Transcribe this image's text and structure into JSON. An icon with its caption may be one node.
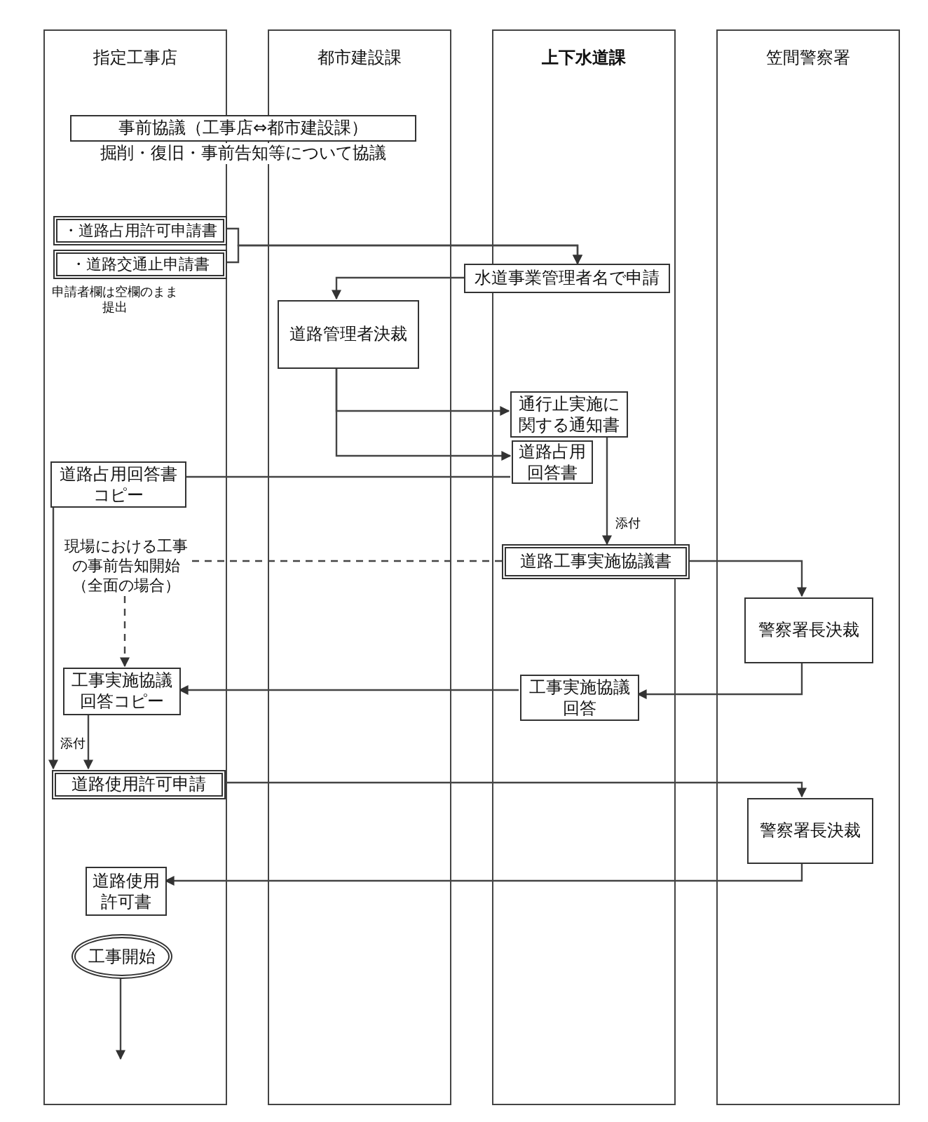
{
  "diagram": {
    "nodes": [
      {
        "text": [
          "指定工事店"
        ]
      },
      {
        "text": [
          "都市建設課"
        ]
      },
      {
        "text": [
          "上下水道課"
        ]
      },
      {
        "text": [
          "笠間警察署"
        ]
      },
      {
        "text": [
          "事前協議（工事店⇔都市建設課）"
        ],
        "beside": [
          "掘削・復旧・事前告知等について協議"
        ]
      },
      {
        "text": [
          "・道路占用許可申請書"
        ],
        "in": 0
      },
      {
        "text": [
          "・道路交通止申請書"
        ],
        "in": 0,
        "beside": [
          "申請者欄は空欄のまま提出"
        ]
      },
      {
        "text": [
          "水道事業管理者名で申請"
        ]
      },
      {
        "text": [
          "道路管理者決裁"
        ],
        "in": 1
      },
      {
        "text": [
          "通行止実施に関する通知書"
        ],
        "in": 2
      },
      {
        "text": [
          "道路占用回答書"
        ],
        "in": 2
      },
      {
        "text": [
          "道路占用回答書コピー"
        ],
        "in": 0
      },
      {
        "text": [
          "現場における工事の事前告知開始（全面の場合）"
        ],
        "in": 0
      },
      {
        "text": [
          "道路工事実施協議書"
        ]
      },
      {
        "text": [
          "警察署長決裁"
        ],
        "in": 3
      },
      {
        "text": [
          "工事実施協議回答コピー"
        ],
        "in": 0
      },
      {
        "text": [
          "工事実施協議回答"
        ],
        "in": 2
      },
      {
        "text": [
          "道路使用許可申請"
        ],
        "in": 0
      },
      {
        "text": [
          "警察署長決裁"
        ],
        "in": 3
      },
      {
        "text": [
          "道路使用許可書"
        ],
        "in": 0
      },
      {
        "text": [
          "工事開始"
        ],
        "in": 0
      }
    ],
    "edges": [
      {
        "from": 5,
        "to": 7,
        "arrow": "to"
      },
      {
        "from": 6,
        "to": 7,
        "arrow": "to"
      },
      {
        "from": 7,
        "to": 8,
        "arrow": "to"
      },
      {
        "from": 8,
        "to": 9,
        "arrow": "to"
      },
      {
        "from": 8,
        "to": 10,
        "arrow": "to"
      },
      {
        "from": 10,
        "to": 11,
        "arrow": "none"
      },
      {
        "from": 9,
        "to": 13,
        "arrow": "to",
        "label": "添付"
      },
      {
        "from": 12,
        "to": 13,
        "arrow": "none",
        "style": "dashed"
      },
      {
        "from": 12,
        "to": 15,
        "arrow": "to",
        "style": "dashed"
      },
      {
        "from": 13,
        "to": 14,
        "arrow": "to"
      },
      {
        "from": 14,
        "to": 16,
        "arrow": "to"
      },
      {
        "from": 16,
        "to": 15,
        "arrow": "to"
      },
      {
        "from": 11,
        "to": 17,
        "arrow": "to"
      },
      {
        "from": 15,
        "to": 17,
        "arrow": "to",
        "label": "添付"
      },
      {
        "from": 17,
        "to": 18,
        "arrow": "to"
      },
      {
        "from": 18,
        "to": 19,
        "arrow": "to"
      },
      {
        "from": 20,
        "to": null,
        "arrow": "to"
      }
    ]
  }
}
